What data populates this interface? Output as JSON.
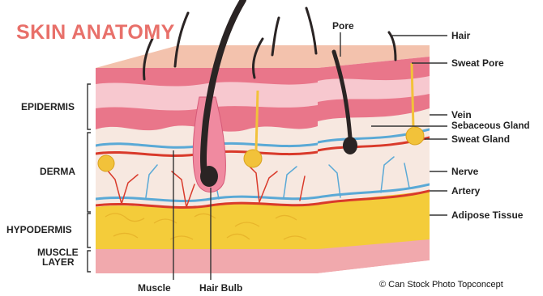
{
  "title": "SKIN ANATOMY",
  "colors": {
    "title": "#e8706a",
    "top_surface": "#f3c2ad",
    "epidermis": "#e9768a",
    "epidermis_light": "#f7c8cf",
    "dermis": "#f7e8e0",
    "adipose": "#f4cc3a",
    "adipose_dark": "#e8b52b",
    "muscle": "#f1a9ad",
    "hair": "#2a2424",
    "vein": "#5aa9d6",
    "artery": "#d93a2b",
    "gland": "#f2c23a",
    "leader_line": "#333333"
  },
  "left_labels": {
    "epidermis": "EPIDERMIS",
    "derma": "DERMA",
    "hypodermis": "HYPODERMIS",
    "muscle_line1": "MUSCLE",
    "muscle_line2": "LAYER"
  },
  "right_labels": {
    "hair": "Hair",
    "sweat_pore": "Sweat Pore",
    "vein": "Vein",
    "sebaceous_gland": "Sebaceous Gland",
    "sweat_gland": "Sweat Gland",
    "nerve": "Nerve",
    "artery": "Artery",
    "adipose_tissue": "Adipose Tissue"
  },
  "top_labels": {
    "pore": "Pore"
  },
  "bottom_labels": {
    "muscle": "Muscle",
    "hair_bulb": "Hair Bulb"
  },
  "copyright": "© Can Stock Photo  Topconcept",
  "icons": [
    "hair-follicle-icon",
    "sweat-gland-icon",
    "blood-vessel-icon"
  ]
}
